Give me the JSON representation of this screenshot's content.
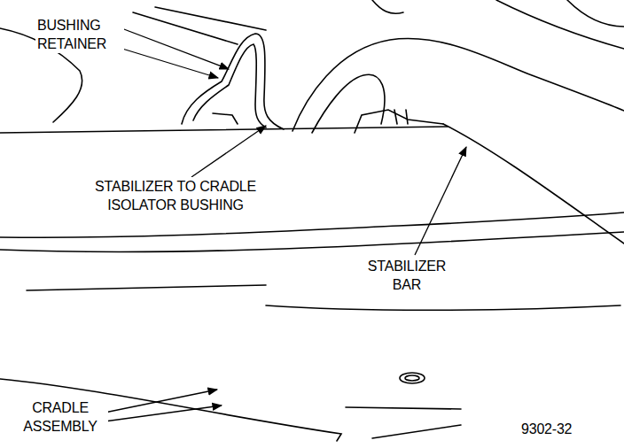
{
  "diagram": {
    "labels": [
      "BUSHING RETAINER",
      "STABILIZER TO CRADLE ISOLATOR BUSHING",
      "STABILIZER BAR",
      "CRADLE ASSEMBLY",
      "9302-32"
    ]
  }
}
